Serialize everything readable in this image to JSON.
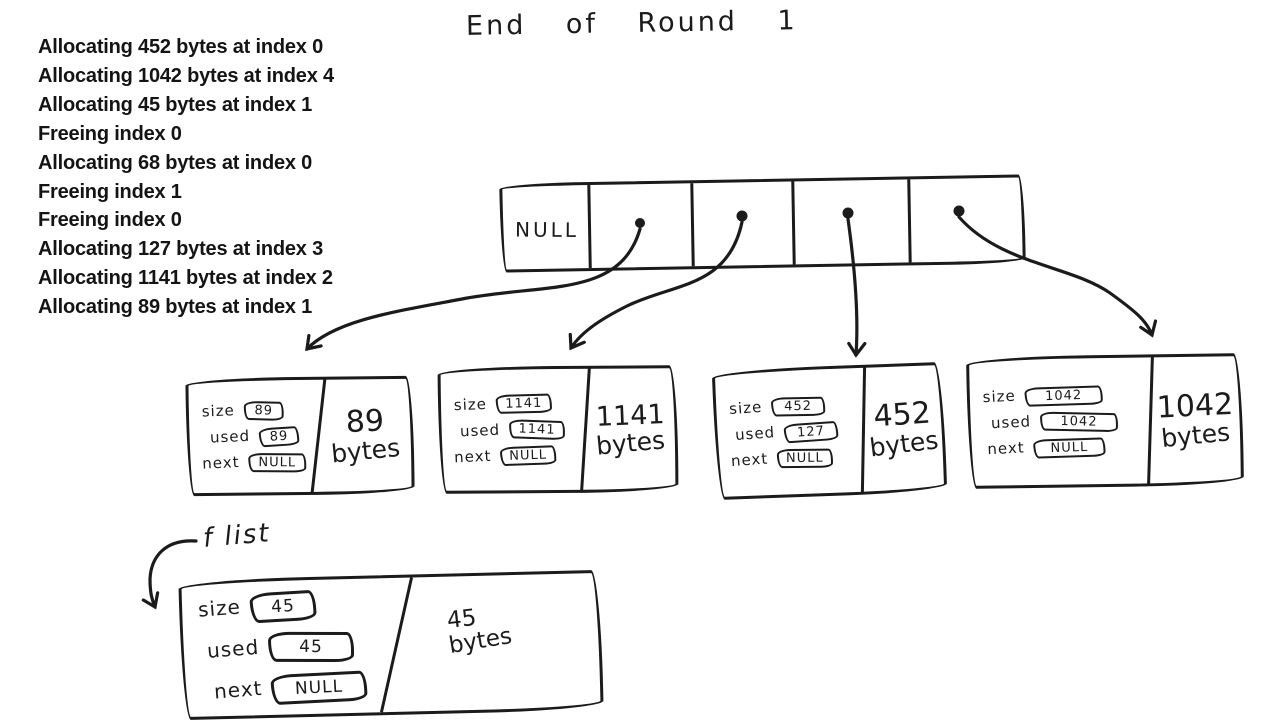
{
  "colors": {
    "ink": "#1b1b1b",
    "background": "#ffffff"
  },
  "title": "End of Round 1",
  "log": {
    "lines": [
      "Allocating 452 bytes at index 0",
      "Allocating 1042 bytes at index 4",
      "Allocating 45 bytes at index 1",
      "Freeing index 0",
      "Allocating 68 bytes at index 0",
      "Freeing index 1",
      "Freeing index 0",
      "Allocating 127 bytes at index 3",
      "Allocating 1141 bytes at index 2",
      "Allocating 89 bytes at index 1"
    ]
  },
  "pointer_array": {
    "first_cell": "NULL"
  },
  "field_labels": {
    "size": "size",
    "used": "used",
    "next": "next"
  },
  "blocks": [
    {
      "size": "89",
      "used": "89",
      "next": "NULL",
      "amount": "89",
      "unit": "bytes"
    },
    {
      "size": "1141",
      "used": "1141",
      "next": "NULL",
      "amount": "1141",
      "unit": "bytes"
    },
    {
      "size": "452",
      "used": "127",
      "next": "NULL",
      "amount": "452",
      "unit": "bytes"
    },
    {
      "size": "1042",
      "used": "1042",
      "next": "NULL",
      "amount": "1042",
      "unit": "bytes"
    }
  ],
  "free_list": {
    "label": "f list",
    "block": {
      "size": "45",
      "used": "45",
      "next": "NULL",
      "amount": "45",
      "unit": "bytes"
    }
  }
}
